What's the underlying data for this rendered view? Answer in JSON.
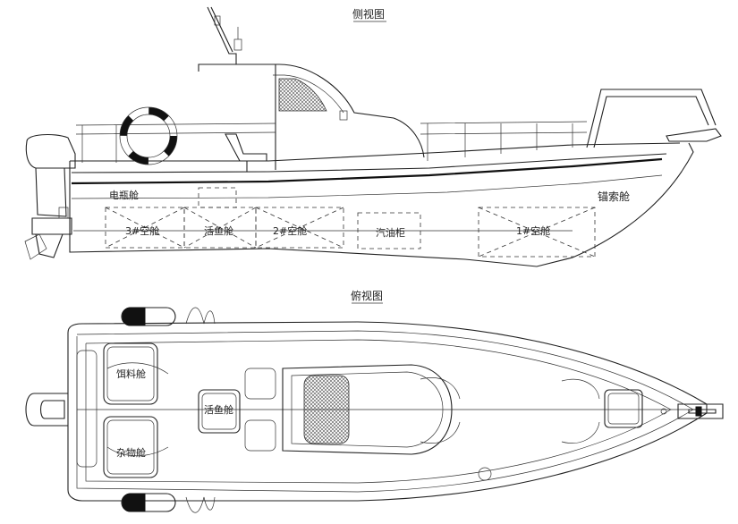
{
  "side_view": {
    "title": "侧视图",
    "labels": {
      "battery_room": "电瓶舱",
      "anchor_locker": "锚索舱",
      "tank3": "3#空舱",
      "live_well": "活鱼舱",
      "tank2": "2#空舱",
      "fuel_tank": "汽油柜",
      "tank1": "1#空舱"
    }
  },
  "top_view": {
    "title": "俯视图",
    "labels": {
      "bait_locker": "饵料舱",
      "live_well": "活鱼舱",
      "misc_locker": "杂物舱"
    }
  }
}
